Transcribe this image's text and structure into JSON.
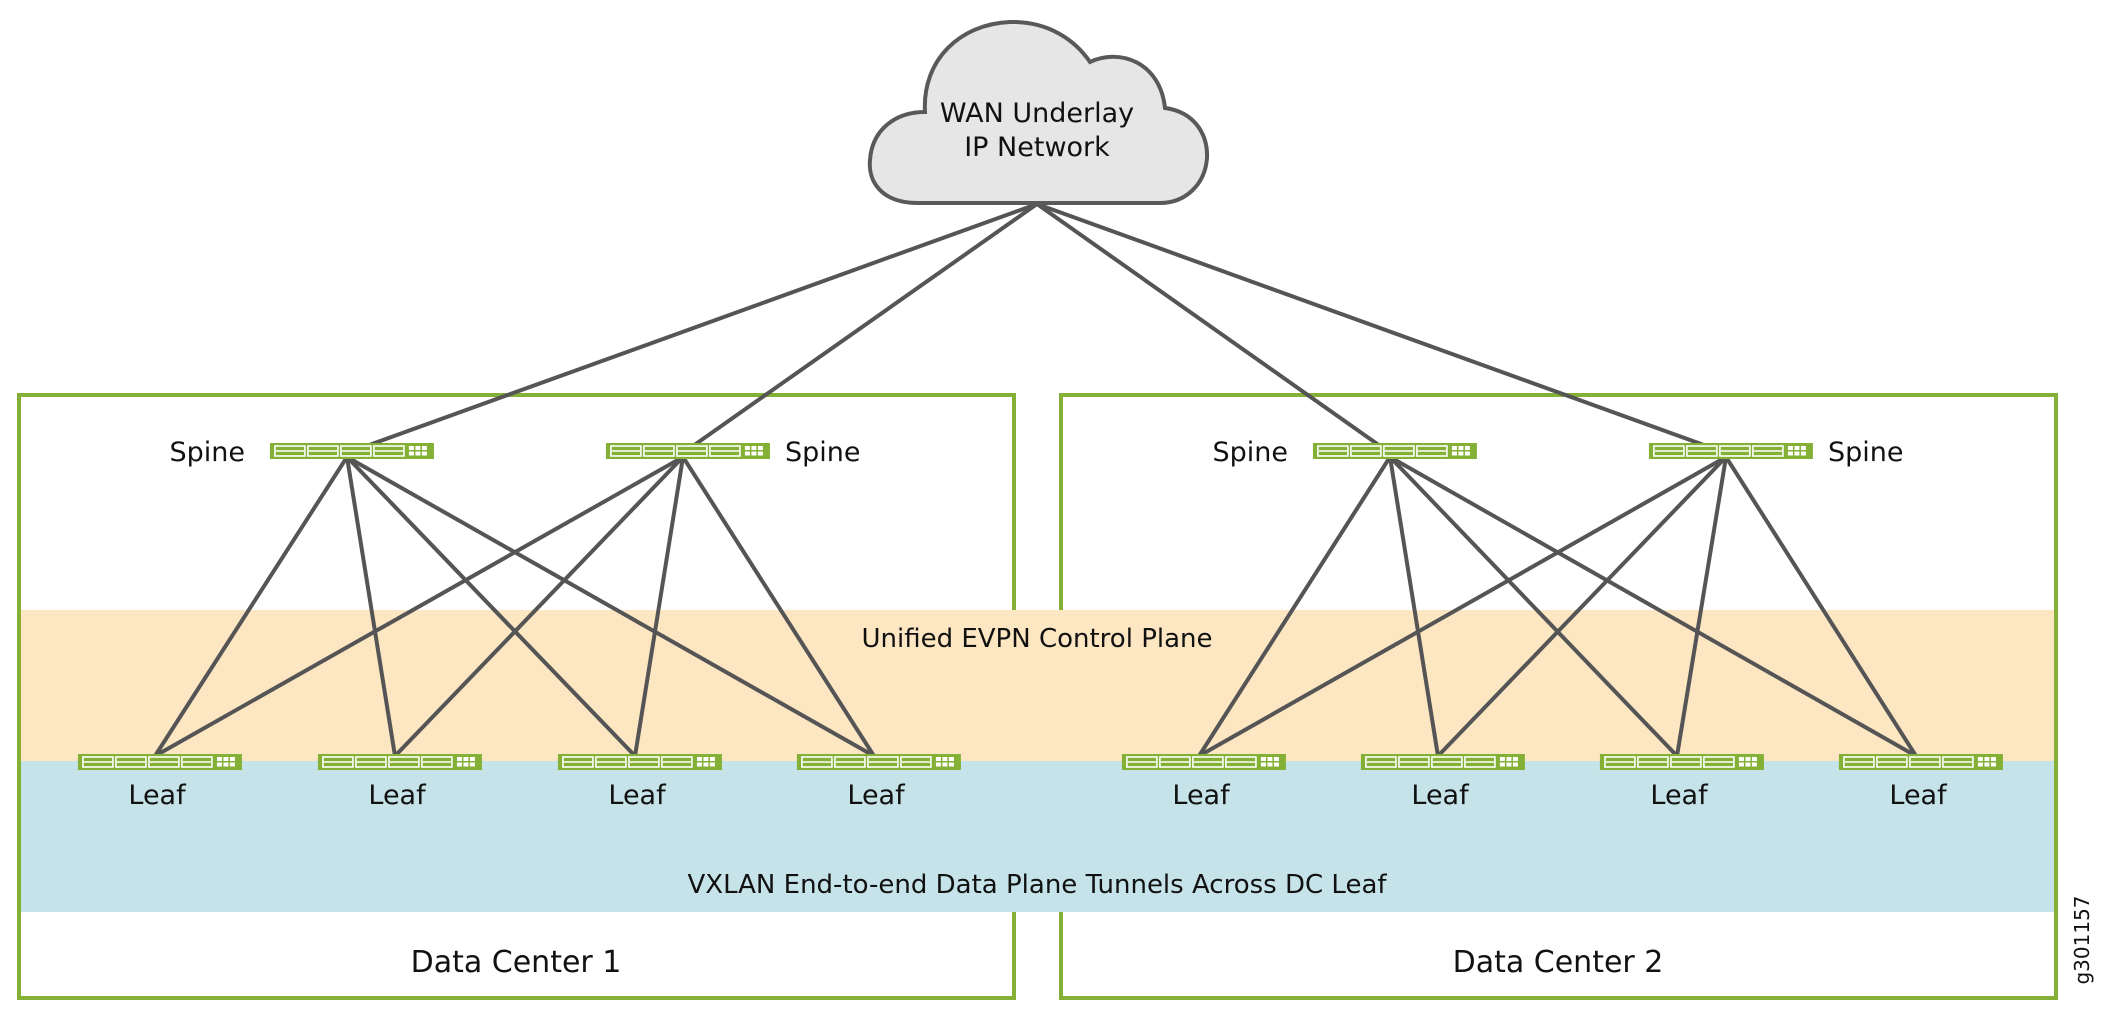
{
  "cloud": {
    "line1": "WAN Underlay",
    "line2": "IP Network"
  },
  "bands": {
    "control_plane": "Unified EVPN Control Plane",
    "data_plane": "VXLAN End-to-end Data Plane Tunnels Across DC Leaf"
  },
  "data_centers": [
    {
      "name": "Data Center 1",
      "spines": [
        {
          "label": "Spine",
          "label_side": "left"
        },
        {
          "label": "Spine",
          "label_side": "right"
        }
      ],
      "leaves": [
        {
          "label": "Leaf"
        },
        {
          "label": "Leaf"
        },
        {
          "label": "Leaf"
        },
        {
          "label": "Leaf"
        }
      ]
    },
    {
      "name": "Data Center 2",
      "spines": [
        {
          "label": "Spine",
          "label_side": "left"
        },
        {
          "label": "Spine",
          "label_side": "right"
        }
      ],
      "leaves": [
        {
          "label": "Leaf"
        },
        {
          "label": "Leaf"
        },
        {
          "label": "Leaf"
        },
        {
          "label": "Leaf"
        }
      ]
    }
  ],
  "topology": {
    "cloud_to_spine": "each spine links to WAN underlay",
    "spine_to_leaf": "full mesh within each data center"
  },
  "figure_id": "g301157",
  "colors": {
    "dc_border": "#84b135",
    "switch": "#84b135",
    "link": "#555555",
    "cloud_fill": "#e6e6e6",
    "cloud_stroke": "#595959",
    "control_band": "#fde6c2",
    "data_band": "#c5e3e9"
  }
}
